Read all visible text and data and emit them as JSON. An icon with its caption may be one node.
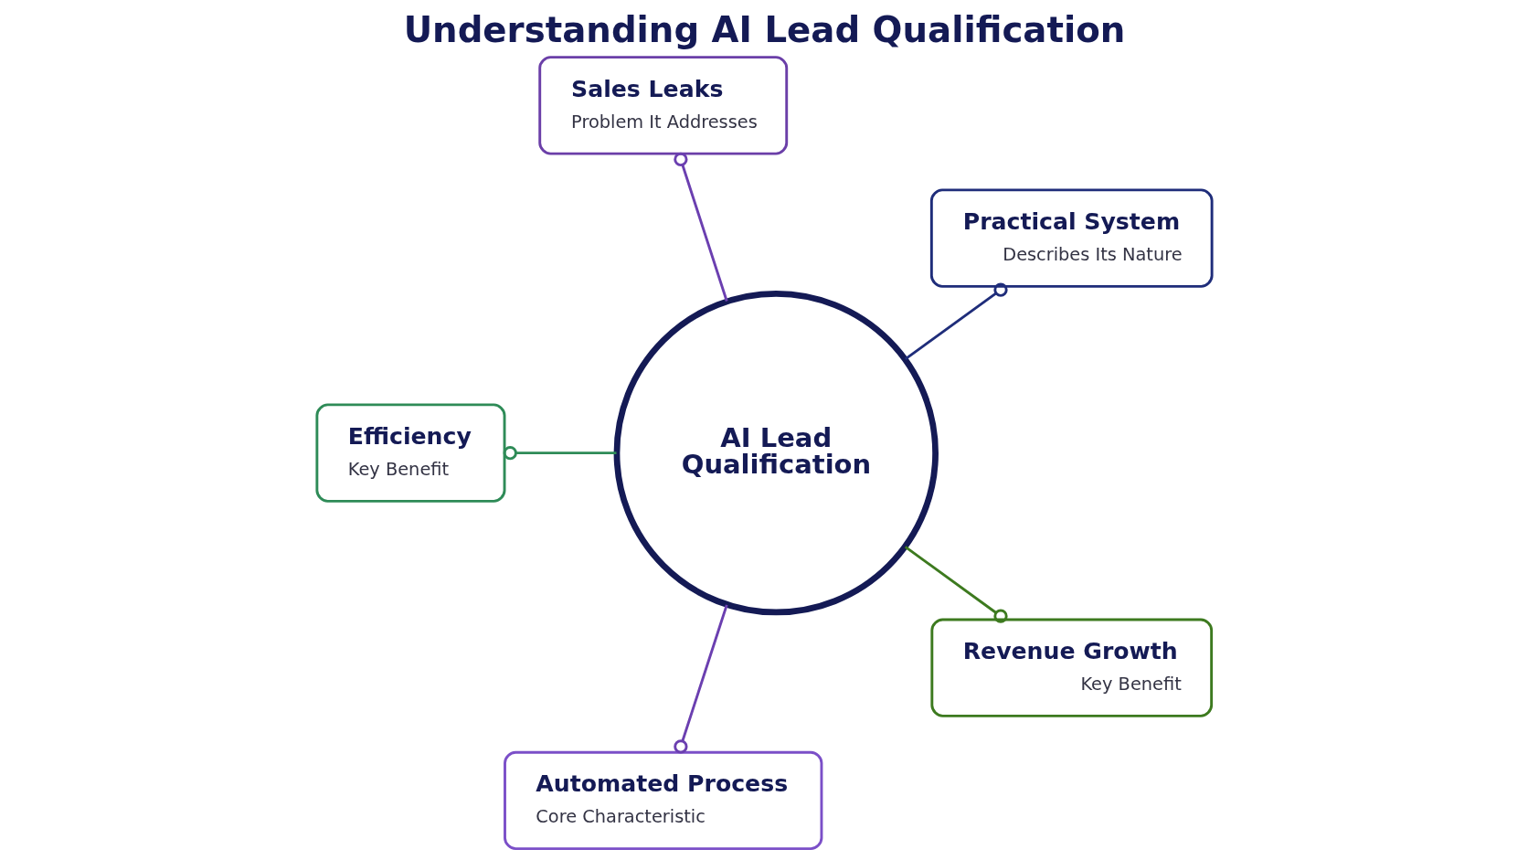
{
  "diagram": {
    "title": "Understanding AI Lead Qualification",
    "nodes": [
      {
        "text": [
          "AI Lead Qualification"
        ]
      },
      {
        "text": [
          "Sales Leaks",
          "Problem It Addresses"
        ]
      },
      {
        "text": [
          "Practical System",
          "Describes Its Nature"
        ]
      },
      {
        "text": [
          "Efficiency",
          "Key Benefit"
        ]
      },
      {
        "text": [
          "Revenue Growth",
          "Key Benefit"
        ]
      },
      {
        "text": [
          "Automated Process",
          "Core Characteristic"
        ]
      }
    ],
    "edges": [
      {
        "from": 0,
        "to": 1,
        "arrow": "other"
      },
      {
        "from": 0,
        "to": 2,
        "arrow": "other",
        "color": "#1f2d7a"
      },
      {
        "from": 0,
        "to": 4,
        "arrow": "other",
        "color": "#3d7a1f"
      },
      {
        "from": 0,
        "to": 5,
        "arrow": "other"
      },
      {
        "from": 0,
        "to": 3,
        "arrow": "other",
        "color": "#2e8b57"
      }
    ]
  }
}
